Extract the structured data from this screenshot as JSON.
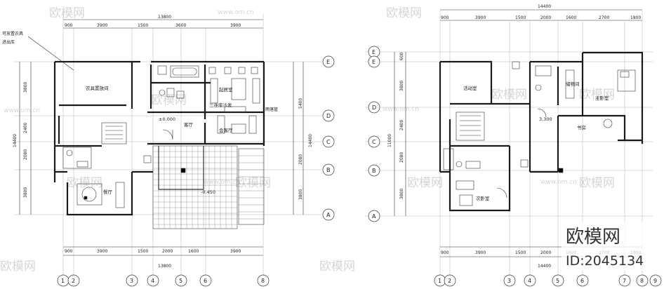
{
  "watermark": {
    "brand": "欧模网",
    "site": "www.om.cn"
  },
  "stamp": {
    "brand": "欧模网",
    "id": "ID:2045134"
  },
  "plan_left": {
    "dim_top_total": "13800",
    "dim_top": [
      "900",
      "3900",
      "1500",
      "3600",
      "3900"
    ],
    "dim_bottom": [
      "900",
      "3900",
      "1500",
      "2000",
      "1600",
      "3900"
    ],
    "dim_bottom_total": "13800",
    "dim_left": [
      "3800",
      "2400",
      "2080",
      "3800"
    ],
    "dim_left_total": "14400",
    "dim_right": [
      "5400",
      "14400",
      "2080",
      "3800"
    ],
    "axes_bottom": [
      "1",
      "2",
      "3",
      "4",
      "5",
      "6",
      "8"
    ],
    "axes_right": [
      "E",
      "D",
      "C",
      "B",
      "A"
    ],
    "rooms": {
      "storage": "农具置放间",
      "living": "起居室",
      "guest": "客厅",
      "dining": "餐厅",
      "threeseat": "三连座沙发",
      "reception": "会客厅",
      "note1": "雨落管",
      "note2": "±0.000",
      "level": "-0.450",
      "note_left1": "可放置农具",
      "note_left2": "进出库"
    }
  },
  "plan_right": {
    "dim_top_total": "14400",
    "dim_top": [
      "900",
      "3900",
      "1500",
      "2000",
      "1600",
      "2700",
      "1800"
    ],
    "dim_bottom": [
      "900",
      "3900",
      "1500",
      "2000",
      "1600",
      "2700",
      "1800"
    ],
    "dim_bottom_total": "14400",
    "dim_left": [
      "600",
      "3800",
      "2400",
      "2080",
      "3800"
    ],
    "dim_left_total": "11000",
    "axes_left": [
      "E",
      "E",
      "D",
      "C",
      "B",
      "A"
    ],
    "axes_bottom": [
      "1",
      "2",
      "3",
      "4",
      "5",
      "6",
      "7",
      "8",
      "9"
    ],
    "rooms": {
      "activity": "活动室",
      "storage": "储物间",
      "master": "主卧室",
      "study": "书房",
      "second": "次卧室",
      "level": "3.300"
    }
  }
}
